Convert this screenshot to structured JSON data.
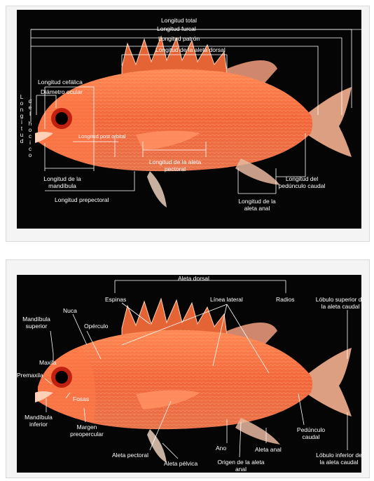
{
  "figure_top": {
    "labels": {
      "longitud_total": "Longitud total",
      "longitud_furcal": "Longitud furcal",
      "longitud_patron": "Longitud patrón",
      "longitud_aleta_dorsal": "Longitud de la aleta dorsal",
      "longitud_cefalica": "Longitud cefálica",
      "diametro_ocular": "Diámetro ocular",
      "longitud_del_hocico": "Longitud del hocico",
      "longitud_post_orbital": "Longitud post orbital",
      "longitud_aleta_pectoral": "Longitud de la aleta pectoral",
      "longitud_mandibula": "Longitud de la mandíbula",
      "longitud_prepectoral": "Longitud prepectoral",
      "longitud_aleta_anal": "Longitud de la aleta anal",
      "longitud_pedunculo_caudal": "Longitud del pedúnculo caudal"
    }
  },
  "figure_bottom": {
    "labels": {
      "aleta_dorsal": "Aleta dorsal",
      "espinas": "Espinas",
      "radios": "Radios",
      "linea_lateral": "Línea lateral",
      "lobulo_superior": "Lóbulo superior de la aleta caudal",
      "nuca": "Nuca",
      "mandibula_superior": "Mandíbula superior",
      "opercul": "Opérculo",
      "maxila": "Maxila",
      "premaxila": "Premaxila",
      "fosas": "Fosas",
      "mandibula_inferior": "Mandíbula inferior",
      "margen_preopercular": "Margen preopercular",
      "aleta_pectoral": "Aleta pectoral",
      "aleta_pelvica": "Aleta pélvica",
      "ano": "Ano",
      "origen_aleta_anal": "Origen de la aleta anal",
      "aleta_anal": "Aleta anal",
      "pedunculo_caudal": "Pedúnculo caudal",
      "lobulo_inferior": "Lóbulo inferior de la aleta caudal"
    }
  },
  "colors": {
    "fish_body": "#f26a3a",
    "fish_light": "#ff9a6a",
    "fish_dark": "#c8401a",
    "background": "#050505",
    "annotation": "#ffffff"
  }
}
